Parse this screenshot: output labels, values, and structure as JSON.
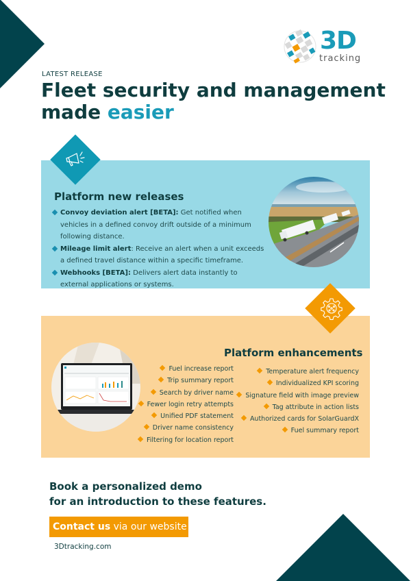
{
  "brand": {
    "logo_main": "3D",
    "logo_sub": "tracking",
    "colors": {
      "dark_teal": "#02434c",
      "brand_blue": "#1a9bb8",
      "light_blue_panel": "#98d9e6",
      "orange": "#f39a03",
      "light_orange_panel": "#fbd499",
      "text_dark": "#0f3d3f"
    }
  },
  "header": {
    "eyebrow": "LATEST RELEASE",
    "title_line1": "Fleet security and management",
    "title_line2_plain": "made ",
    "title_line2_accent": "easier"
  },
  "new_releases": {
    "icon": "megaphone-icon",
    "title": "Platform new releases",
    "items": [
      {
        "name": "Convoy deviation alert [BETA]:",
        "description": " Get notified when vehicles in a defined convoy drift outside of a minimum following distance."
      },
      {
        "name": "Mileage limit alert",
        "description": ": Receive an alert when a unit exceeds a defined travel distance within a specific timeframe."
      },
      {
        "name": "Webhooks [BETA]:",
        "description": " Delivers alert data instantly to external applications or systems."
      }
    ],
    "image": "trucks-on-highway-photo"
  },
  "enhancements": {
    "icon": "gear-icon",
    "title": "Platform enhancements",
    "left_column": [
      "Fuel increase report",
      "Trip summary report",
      "Search by driver name",
      "Fewer login retry attempts",
      "Unified PDF statement",
      "Driver name consistency",
      "Filtering for location report"
    ],
    "right_column": [
      "Temperature alert frequency",
      "Individualized KPI scoring",
      "Signature field with image preview",
      "Tag attribute in action lists",
      "Authorized cards for SolarGuardX",
      "Fuel summary report"
    ],
    "image": "laptop-dashboard-photo"
  },
  "cta": {
    "line1": "Book a personalized demo",
    "line2": "for an introduction to these features.",
    "button_bold": "Contact us",
    "button_rest": " via our website",
    "website": "3Dtracking.com"
  }
}
